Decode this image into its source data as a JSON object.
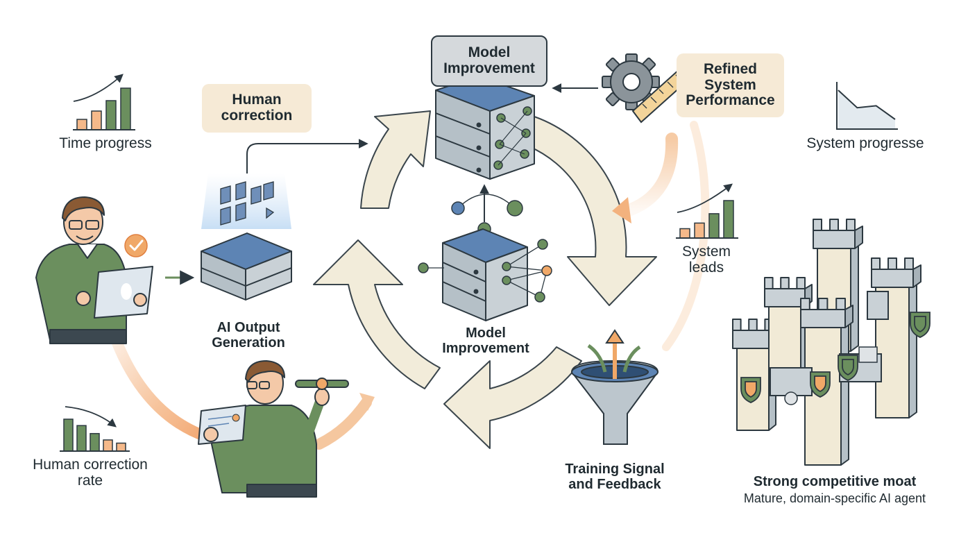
{
  "labels": {
    "time_progress": "Time progress",
    "human_correction": "Human correction",
    "model_improvement_top": "Model Improvement",
    "refined_system_performance": "Refined System Performance",
    "system_progresse": "System progresse",
    "ai_output_generation": "AI Output Generation",
    "model_improvement_center": "Model Improvement",
    "system_leads": "System leads",
    "human_correction_rate": "Human correction rate",
    "training_signal": "Training Signal and Feedback",
    "moat_title": "Strong competitive moat",
    "moat_subtitle": "Mature, domain-specific AI agent"
  },
  "minicharts": {
    "time_progress": [
      0.25,
      0.45,
      0.7,
      1.0
    ],
    "system_leads": [
      0.25,
      0.4,
      0.65,
      1.0
    ],
    "human_correction_rate": [
      1.0,
      0.8,
      0.55,
      0.35,
      0.25
    ],
    "system_progresse": [
      1.0,
      0.55,
      0.6,
      0.25
    ]
  },
  "colors": {
    "green": "#6b8f5e",
    "orange": "#f0a868",
    "peach": "#f5b98a",
    "beige_box": "#f6ead6",
    "gray_box": "#d5d9dc",
    "cycle_arrow": "#f1ead8",
    "server": "#aab5bc",
    "server_top": "#5d84b4",
    "ink": "#2c3840"
  },
  "icons": {
    "check": "check-badge-icon",
    "gear": "gear-icon",
    "ruler": "ruler-icon",
    "funnel": "funnel-icon",
    "shield": "shield-icon",
    "scales": "scales-icon",
    "bank": "bank-icon",
    "dollar": "dollar-shield-icon"
  }
}
